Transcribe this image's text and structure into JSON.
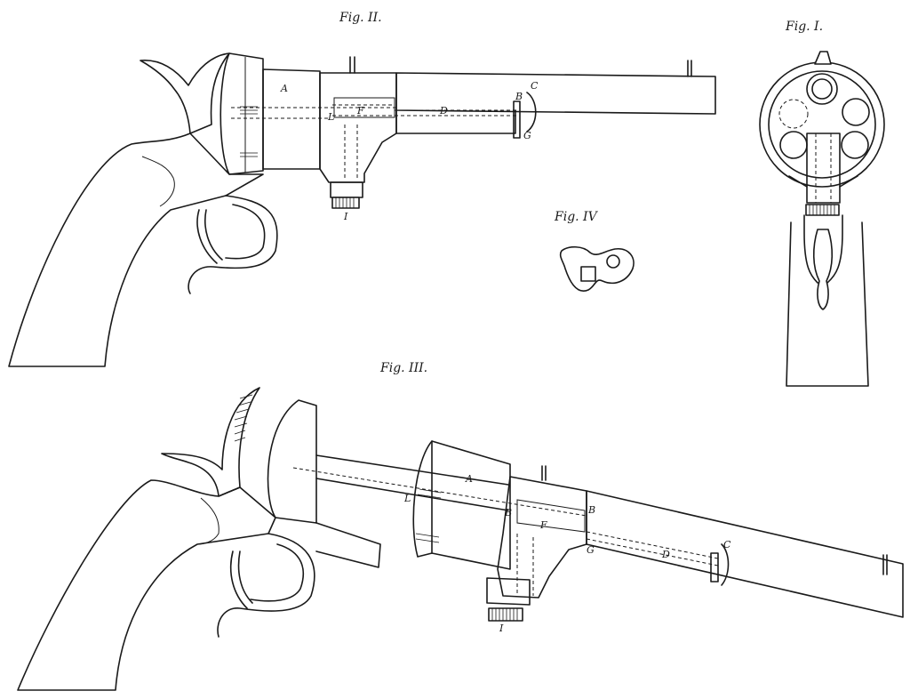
{
  "figures": {
    "fig_i": {
      "caption": "Fig. I."
    },
    "fig_ii": {
      "caption": "Fig. II."
    },
    "fig_iii": {
      "caption": "Fig. III."
    },
    "fig_iv": {
      "caption": "Fig. IV"
    }
  },
  "labels": {
    "a": "A",
    "b": "B",
    "c": "C",
    "d": "D",
    "f": "F",
    "g": "G",
    "i": "I",
    "l": "L"
  }
}
